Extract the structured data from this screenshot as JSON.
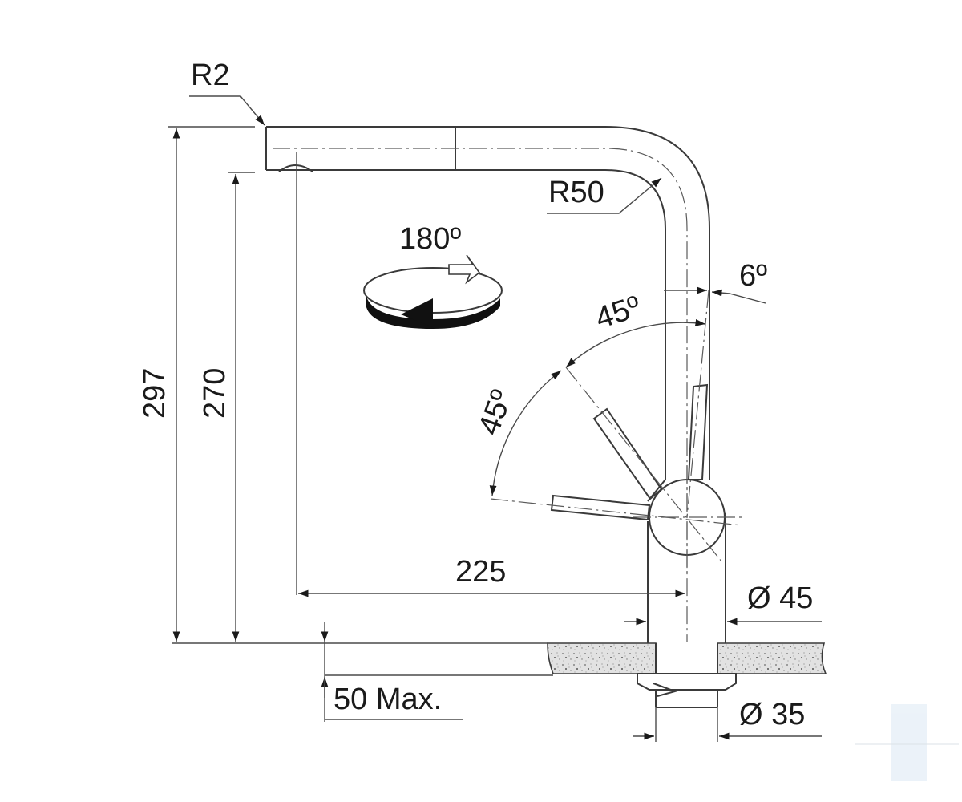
{
  "labels": {
    "r2": "R2",
    "r50": "R50",
    "rotation": "180º",
    "tilt": "6º",
    "angle_upper": "45º",
    "angle_lower": "45º",
    "height_total": "297",
    "height_outlet": "270",
    "reach": "225",
    "base_diameter": "Ø 45",
    "counter_thickness": "50 Max.",
    "hole_diameter": "Ø 35"
  },
  "colors": {
    "line": "#3a3a3a",
    "text": "#1a1a1a",
    "counter_fill": "#d9d9d9"
  }
}
